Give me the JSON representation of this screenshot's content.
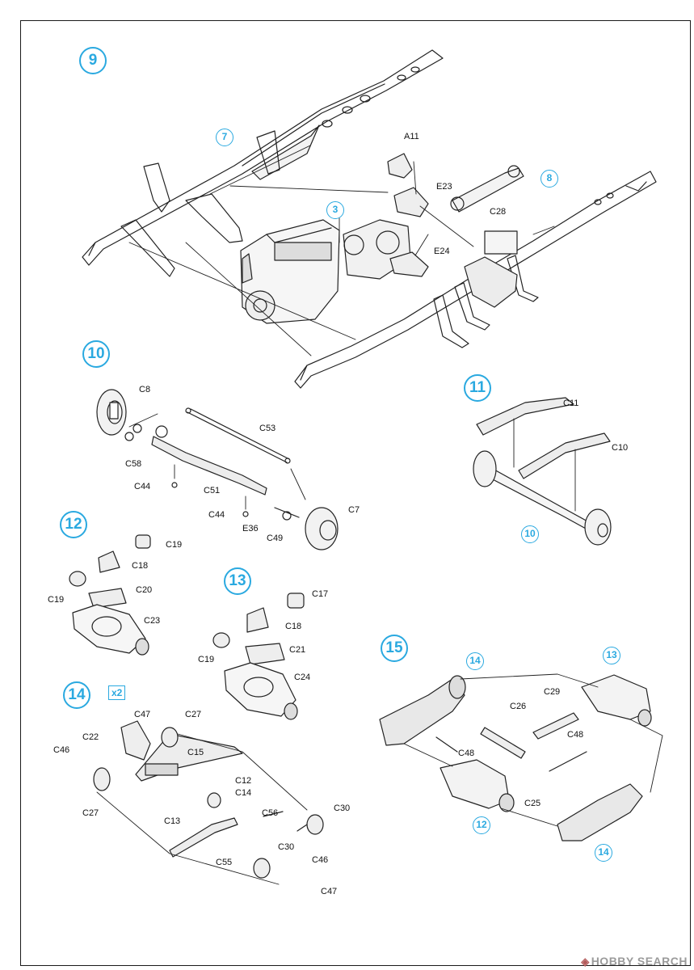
{
  "steps": {
    "s9": "9",
    "s10": "10",
    "s11": "11",
    "s12": "12",
    "s13": "13",
    "s14": "14",
    "s15": "15"
  },
  "callouts": {
    "c7": "7",
    "c3": "3",
    "c8": "8",
    "c10": "10",
    "c14a": "14",
    "c13": "13",
    "c12": "12",
    "c14b": "14"
  },
  "quantity": "x2",
  "parts": {
    "A11": "A11",
    "E23": "E23",
    "C28": "C28",
    "E24": "E24",
    "C8": "C8",
    "C53": "C53",
    "C58": "C58",
    "C44a": "C44",
    "C51": "C51",
    "C44b": "C44",
    "E36": "E36",
    "C49": "C49",
    "C7": "C7",
    "C11": "C11",
    "C10": "C10",
    "C19a": "C19",
    "C18a": "C18",
    "C19b": "C19",
    "C20": "C20",
    "C23": "C23",
    "C17": "C17",
    "C18b": "C18",
    "C19c": "C19",
    "C21": "C21",
    "C24": "C24",
    "C47a": "C47",
    "C27a": "C27",
    "C22": "C22",
    "C46a": "C46",
    "C15": "C15",
    "C12": "C12",
    "C14": "C14",
    "C27b": "C27",
    "C56": "C56",
    "C30a": "C30",
    "C13": "C13",
    "C46b": "C46",
    "C55": "C55",
    "C30b": "C30",
    "C47b": "C47",
    "C29": "C29",
    "C26": "C26",
    "C48a": "C48",
    "C48b": "C48",
    "C25": "C25"
  },
  "watermark": "HOBBY SEARCH"
}
